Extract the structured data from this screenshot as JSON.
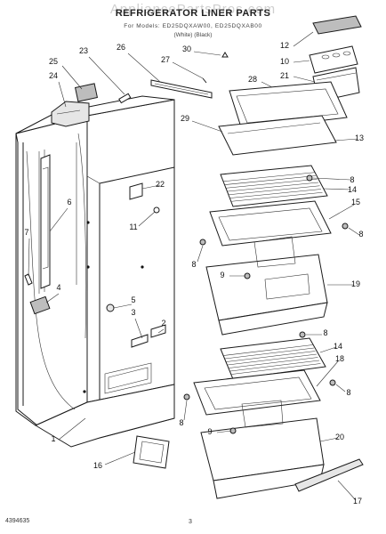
{
  "header": {
    "title": "REFRIGERATOR LINER PARTS",
    "watermark": "AppliancePartsPros.com",
    "models": "For Models: ED25DQXAW00, ED25DQXAB00",
    "finishes": "(White)        (Black)"
  },
  "footer": {
    "doc_number": "4394635",
    "page_number": "3"
  },
  "callouts": [
    {
      "label": "1"
    },
    {
      "label": "2"
    },
    {
      "label": "3"
    },
    {
      "label": "4"
    },
    {
      "label": "5"
    },
    {
      "label": "6"
    },
    {
      "label": "7"
    },
    {
      "label": "8"
    },
    {
      "label": "9"
    },
    {
      "label": "10"
    },
    {
      "label": "11"
    },
    {
      "label": "12"
    },
    {
      "label": "13"
    },
    {
      "label": "14"
    },
    {
      "label": "15"
    },
    {
      "label": "16"
    },
    {
      "label": "17"
    },
    {
      "label": "18"
    },
    {
      "label": "19"
    },
    {
      "label": "20"
    },
    {
      "label": "21"
    },
    {
      "label": "22"
    },
    {
      "label": "23"
    },
    {
      "label": "24"
    },
    {
      "label": "25"
    },
    {
      "label": "26"
    },
    {
      "label": "27"
    },
    {
      "label": "28"
    },
    {
      "label": "29"
    },
    {
      "label": "30"
    }
  ]
}
